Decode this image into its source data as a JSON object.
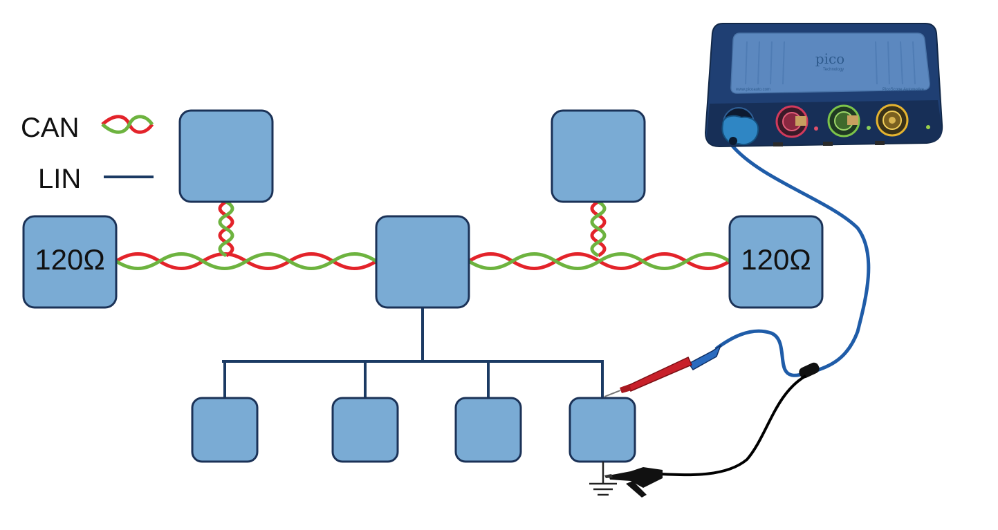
{
  "legend": {
    "can_label": "CAN",
    "lin_label": "LIN"
  },
  "terminators": {
    "left_label": "120Ω",
    "right_label": "120Ω"
  },
  "scope": {
    "brand": "pico",
    "brand_sub": "Technology",
    "url": "www.picoauto.com",
    "model": "PicoScope Automotive"
  },
  "colors": {
    "node_fill": "#7aabd4",
    "node_stroke": "#1b3257",
    "can_high": "#e3232a",
    "can_low": "#6db33f",
    "lin": "#1b3a63",
    "scope_body": "#1f3f73",
    "probe_cable": "#1f5ca8",
    "probe_tip": "#c8202a",
    "ground_lead": "#000000"
  }
}
